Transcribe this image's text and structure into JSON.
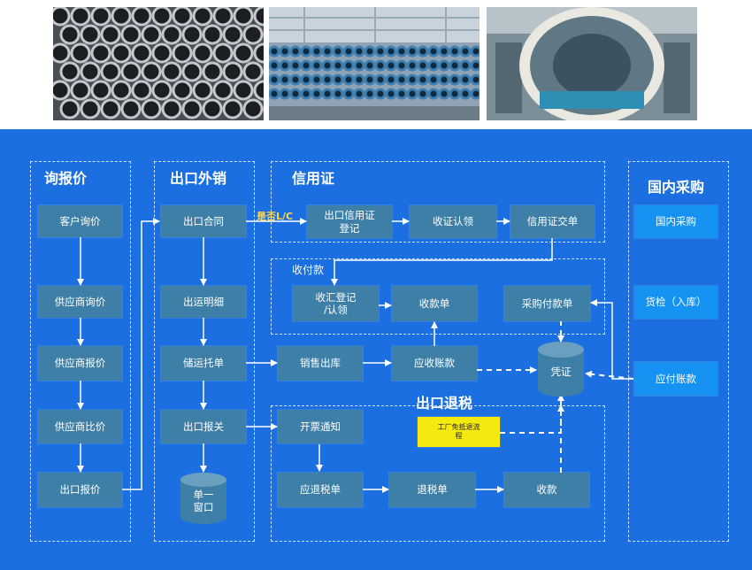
{
  "photos": [
    {
      "icon": "steel-pipe-bundle-photo"
    },
    {
      "icon": "warehouse-pipe-stack-photo"
    },
    {
      "icon": "large-pipe-factory-photo"
    }
  ],
  "sections": {
    "inquiry": "询报价",
    "export_sales": "出口外销",
    "letter_of_credit": "信用证",
    "collection": "收付款",
    "tax_refund": "出口退税",
    "domestic_purchase": "国内采购"
  },
  "boxes": {
    "customer_inquiry": "客户询价",
    "supplier_inquiry": "供应商询价",
    "supplier_quote": "供应商报价",
    "supplier_compare": "供应商比价",
    "export_quote": "出口报价",
    "export_contract": "出口合同",
    "shipping_detail": "出运明细",
    "shipping_order": "储运托单",
    "export_declaration": "出口报关",
    "single_window": "单一\n窗口",
    "lc_register": "出口信用证\n登记",
    "lc_acknowledge": "收证认领",
    "lc_submit": "信用证交单",
    "fx_register": "收汇登记\n/认领",
    "receipt": "收款单",
    "purchase_payment": "采购付款单",
    "sales_outbound": "销售出库",
    "receivable": "应收账款",
    "voucher": "凭证",
    "invoice_notice": "开票通知",
    "factory_process": "工厂免抵退流\n程",
    "tax_refund_due": "应退税单",
    "tax_refund_form": "退税单",
    "payment_received": "收款",
    "domestic_purchase": "国内采购",
    "inspection": "货检（入库）",
    "payable": "应付账款"
  },
  "lc_question": "是否L/C",
  "colors": {
    "background": "#1b6fe0",
    "box": "#3e7fa8",
    "box_bright": "#1592f2",
    "highlight": "#f5ea10",
    "label": "#ffd54a"
  }
}
